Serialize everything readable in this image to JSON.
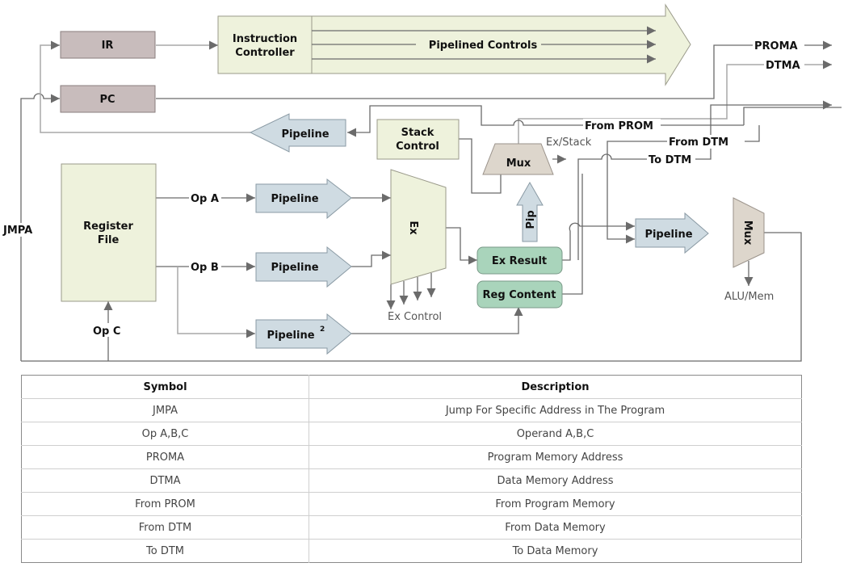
{
  "blocks": {
    "ir": "IR",
    "pc": "PC",
    "instruction_controller": [
      "Instruction",
      "Controller"
    ],
    "pipelined_controls": "Pipelined Controls",
    "pipeline_back": "Pipeline",
    "stack_control": [
      "Stack",
      "Control"
    ],
    "mux_top": "Mux",
    "register_file": [
      "Register",
      "File"
    ],
    "pipeline_a": "Pipeline",
    "pipeline_b": "Pipeline",
    "pipeline_c": "Pipeline",
    "pipeline_c_sup": "2",
    "ex": "Ex",
    "pip": "Pip",
    "ex_result": "Ex Result",
    "reg_content": "Reg Content",
    "pipeline_out": "Pipeline",
    "mux_out": "Mux"
  },
  "signals": {
    "jmpa": "JMPA",
    "op_a": "Op A",
    "op_b": "Op B",
    "op_c": "Op C",
    "proma": "PROMA",
    "dtma": "DTMA",
    "from_prom": "From PROM",
    "from_dtm": "From DTM",
    "to_dtm": "To DTM",
    "ex_stack": "Ex/Stack",
    "ex_control": "Ex Control",
    "alu_mem": "ALU/Mem"
  },
  "colors": {
    "register_fill": "#c8bcbc",
    "cream_fill": "#eef2dc",
    "pipeline_fill": "#cfdbe2",
    "mux_fill": "#ddd6cc",
    "result_fill": "#a9d4bb",
    "wire": "#6b6b6b"
  },
  "legend": {
    "headers": [
      "Symbol",
      "Description"
    ],
    "rows": [
      {
        "symbol": "JMPA",
        "description": "Jump For Specific Address in The Program"
      },
      {
        "symbol": "Op A,B,C",
        "description": "Operand A,B,C"
      },
      {
        "symbol": "PROMA",
        "description": "Program Memory Address"
      },
      {
        "symbol": "DTMA",
        "description": "Data Memory Address"
      },
      {
        "symbol": "From PROM",
        "description": "From Program Memory"
      },
      {
        "symbol": "From DTM",
        "description": "From Data Memory"
      },
      {
        "symbol": "To DTM",
        "description": "To Data Memory"
      }
    ]
  }
}
